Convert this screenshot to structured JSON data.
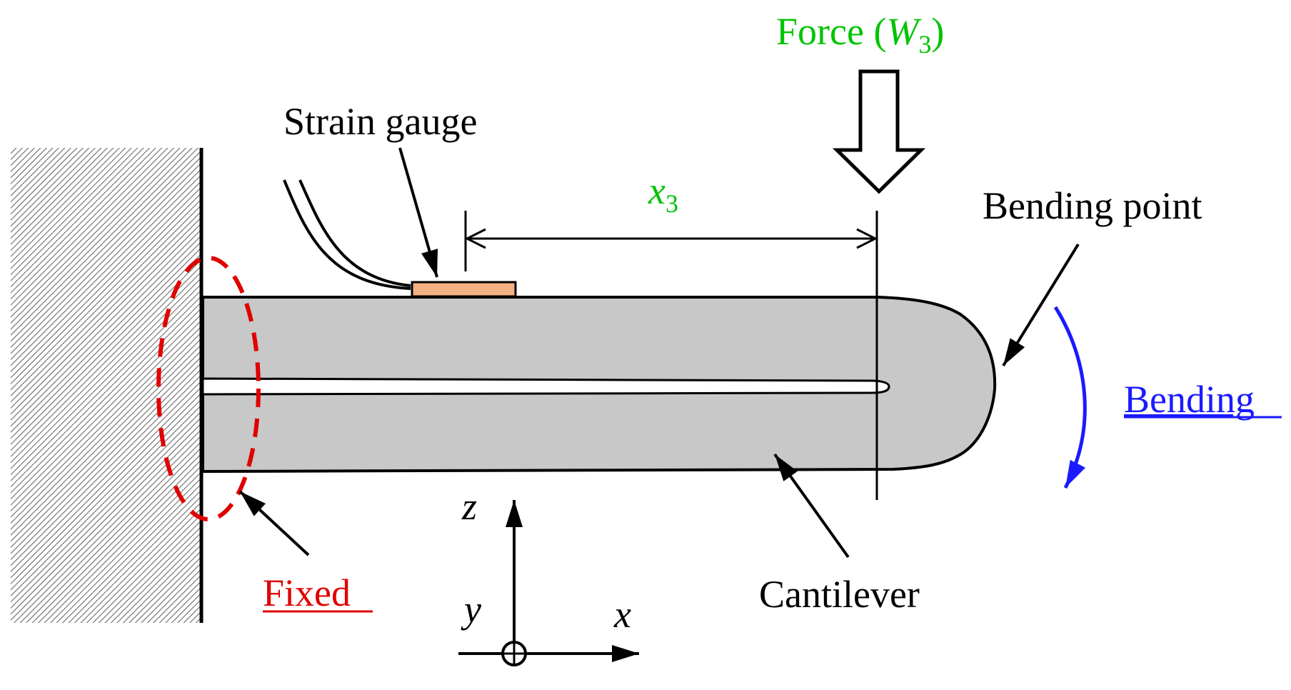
{
  "labels": {
    "force_prefix": "Force (",
    "force_var": "W",
    "force_sub": "3",
    "force_suffix": ")",
    "strain_gauge": "Strain gauge",
    "x3_var": "x",
    "x3_sub": "3",
    "bending_point": "Bending point",
    "bending": "Bending",
    "fixed": "Fixed",
    "cantilever": "Cantilever",
    "axis_z": "z",
    "axis_y": "y",
    "axis_x": "x"
  },
  "colors": {
    "cantilever_fill": "#c8c8c8",
    "gauge_fill": "#f4b183",
    "fixed_color": "#e00000",
    "bending_color": "#1a1aff",
    "force_color": "#00c400",
    "outline": "#000000"
  }
}
